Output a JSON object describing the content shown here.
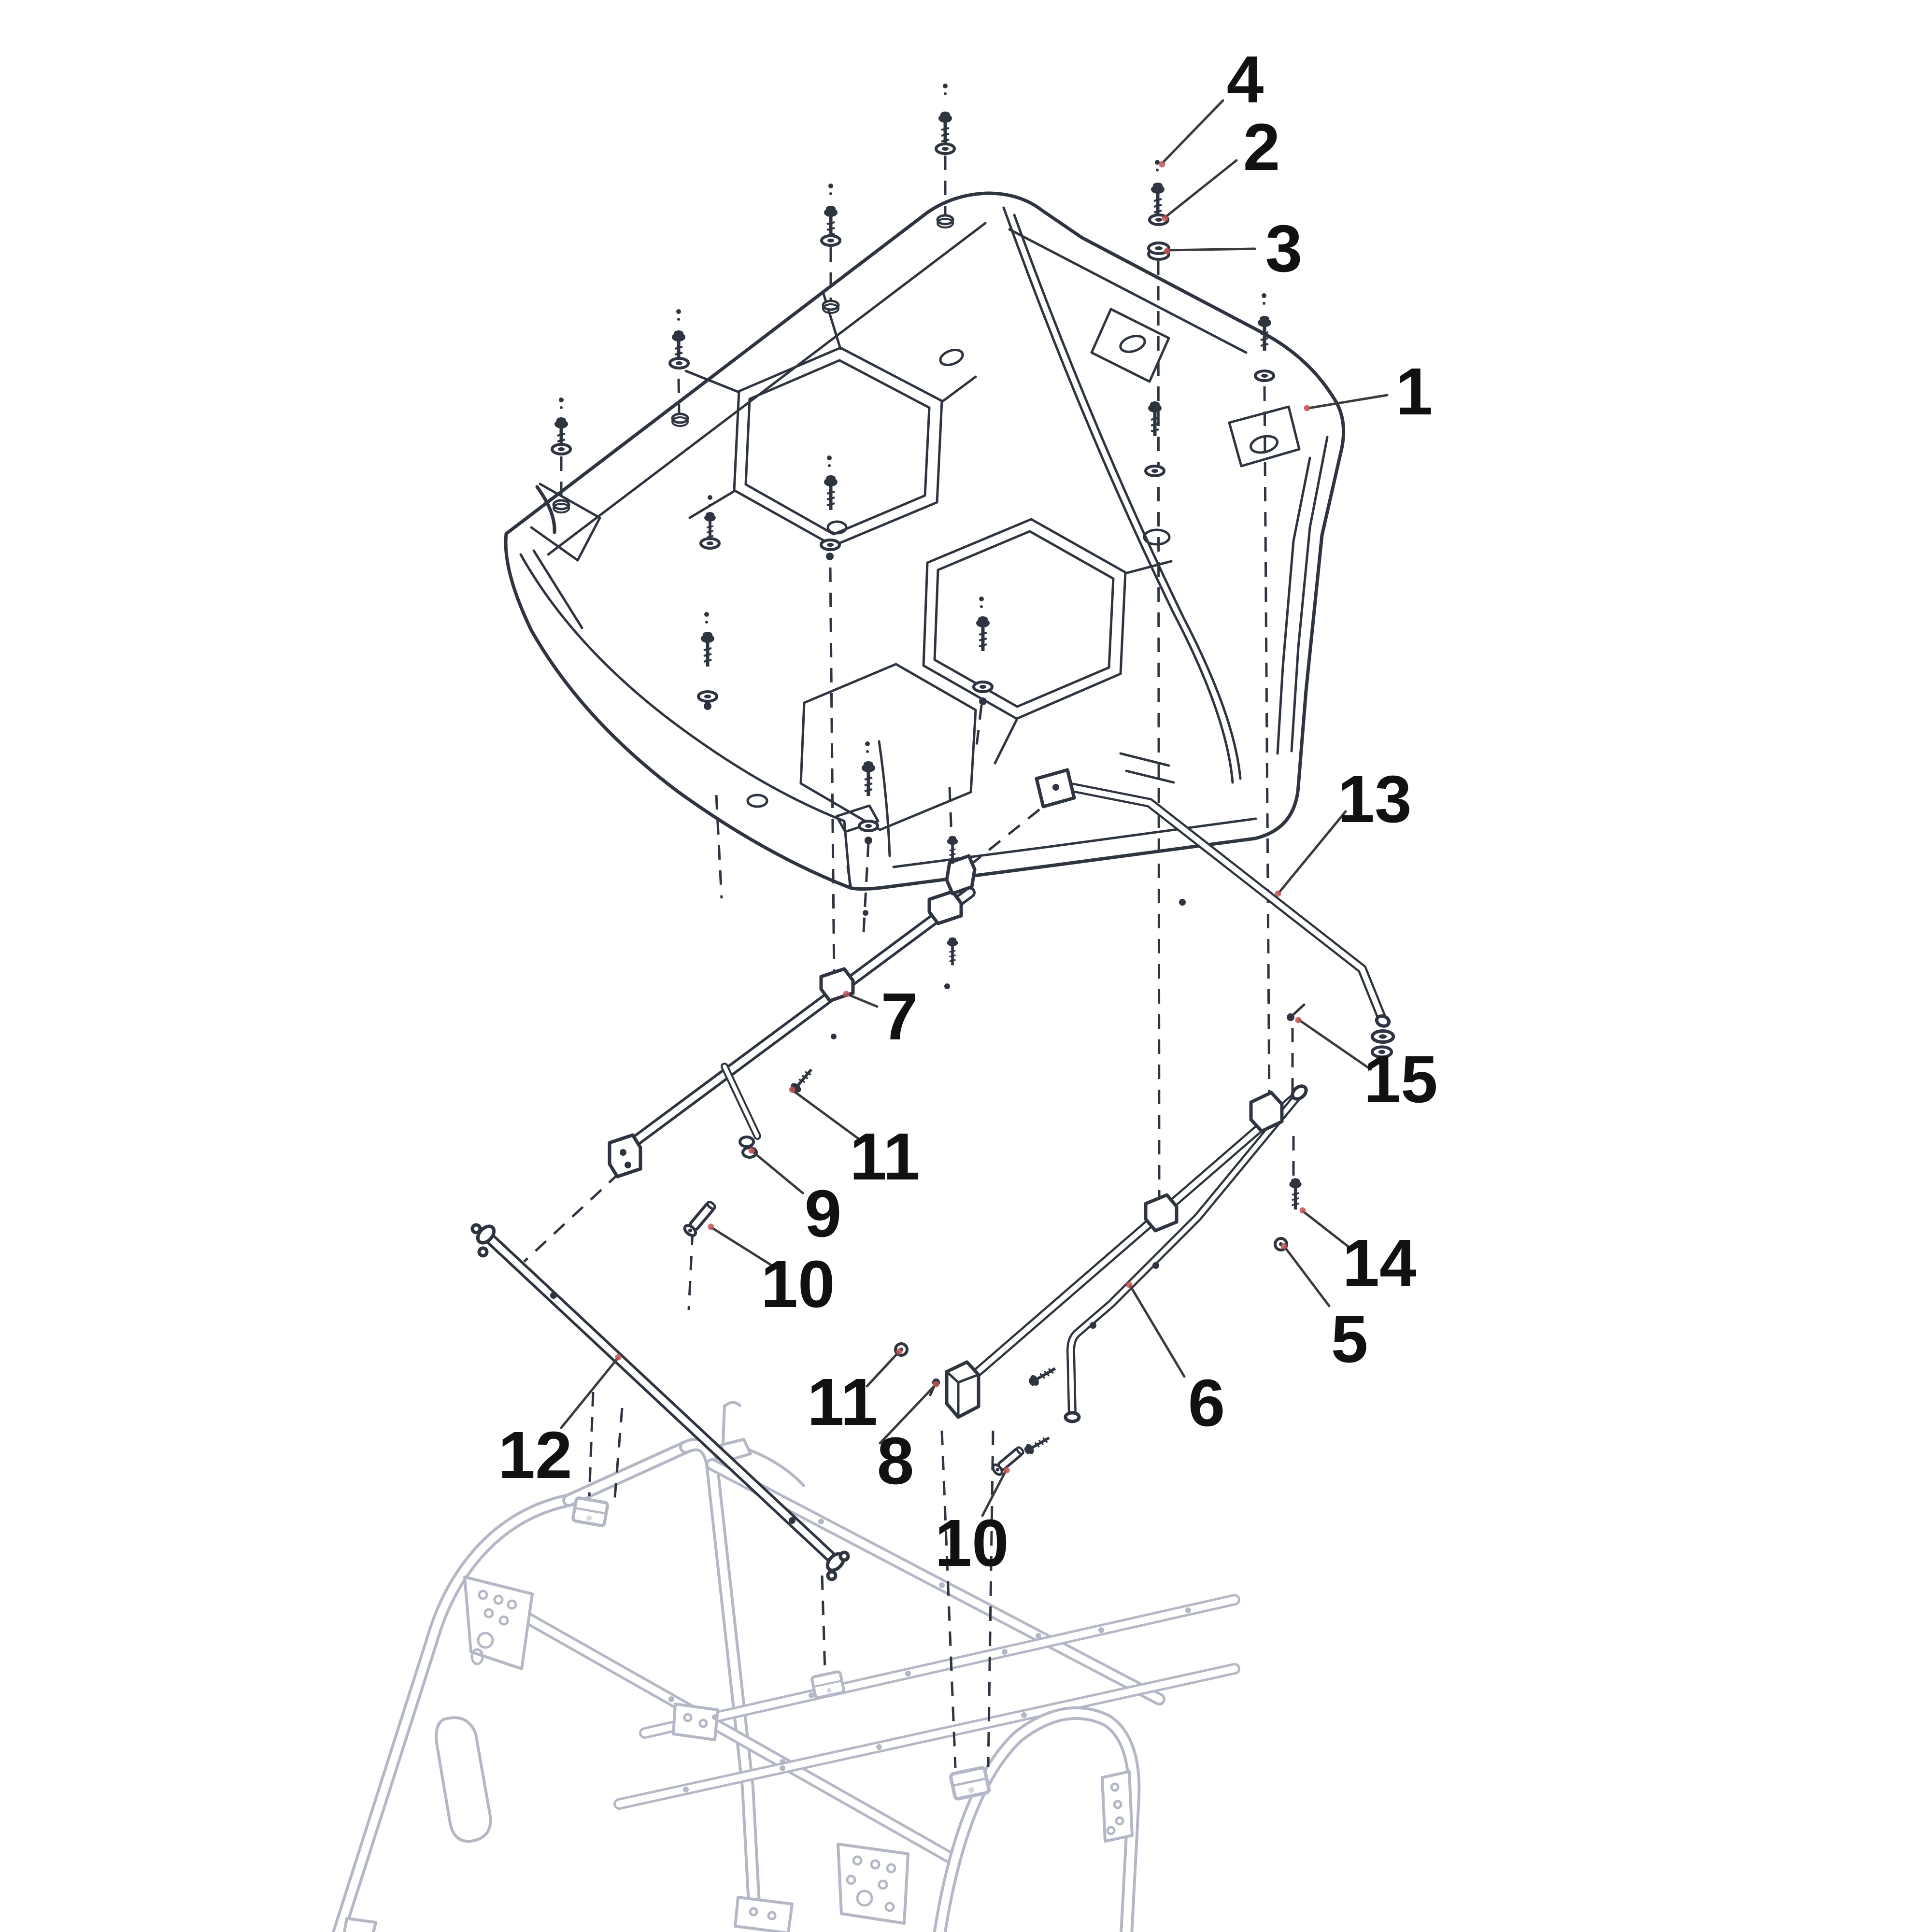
{
  "diagram": {
    "background": "#ffffff",
    "ink": "#2e3440",
    "cage_ink": "#b4b8c6",
    "leader_ink": "#3b3b3b",
    "marker": "#c25555",
    "text_ink": "#111111"
  },
  "callouts": [
    {
      "label": "4"
    },
    {
      "label": "2"
    },
    {
      "label": "3"
    },
    {
      "label": "1"
    },
    {
      "label": "13"
    },
    {
      "label": "7"
    },
    {
      "label": "11"
    },
    {
      "label": "9"
    },
    {
      "label": "10"
    },
    {
      "label": "15"
    },
    {
      "label": "14"
    },
    {
      "label": "5"
    },
    {
      "label": "6"
    },
    {
      "label": "12"
    },
    {
      "label": "11"
    },
    {
      "label": "8"
    },
    {
      "label": "10"
    }
  ]
}
